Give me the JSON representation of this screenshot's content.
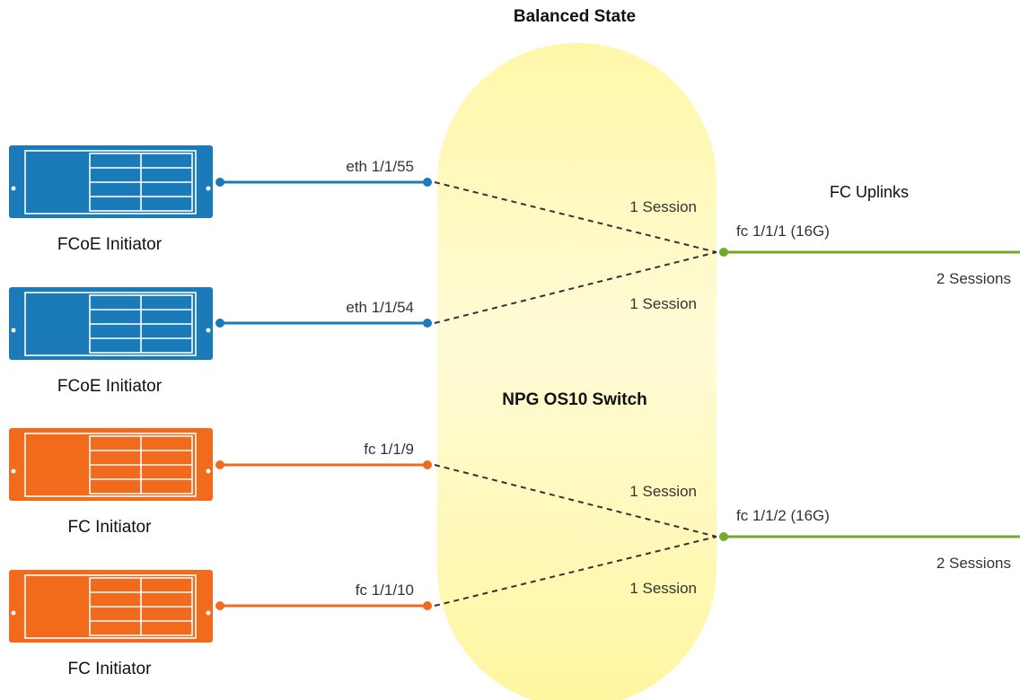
{
  "title": "Balanced State",
  "switch_label": "NPG OS10 Switch",
  "uplinks_heading": "FC Uplinks",
  "colors": {
    "fcoe": "#1a7bb8",
    "fc": "#f26b1d",
    "uplink": "#76a829",
    "switch_glow": "#fff6a0",
    "dashed": "#333333"
  },
  "initiators": [
    {
      "name": "FCoE Initiator",
      "port": "eth 1/1/55",
      "session": "1 Session",
      "type": "fcoe",
      "uplink": 0
    },
    {
      "name": "FCoE Initiator",
      "port": "eth 1/1/54",
      "session": "1 Session",
      "type": "fcoe",
      "uplink": 0
    },
    {
      "name": "FC Initiator",
      "port": "fc 1/1/9",
      "session": "1 Session",
      "type": "fc",
      "uplink": 1
    },
    {
      "name": "FC Initiator",
      "port": "fc 1/1/10",
      "session": "1 Session",
      "type": "fc",
      "uplink": 1
    }
  ],
  "uplinks": [
    {
      "port": "fc 1/1/1 (16G)",
      "sessions": "2 Sessions"
    },
    {
      "port": "fc 1/1/2 (16G)",
      "sessions": "2 Sessions"
    }
  ]
}
